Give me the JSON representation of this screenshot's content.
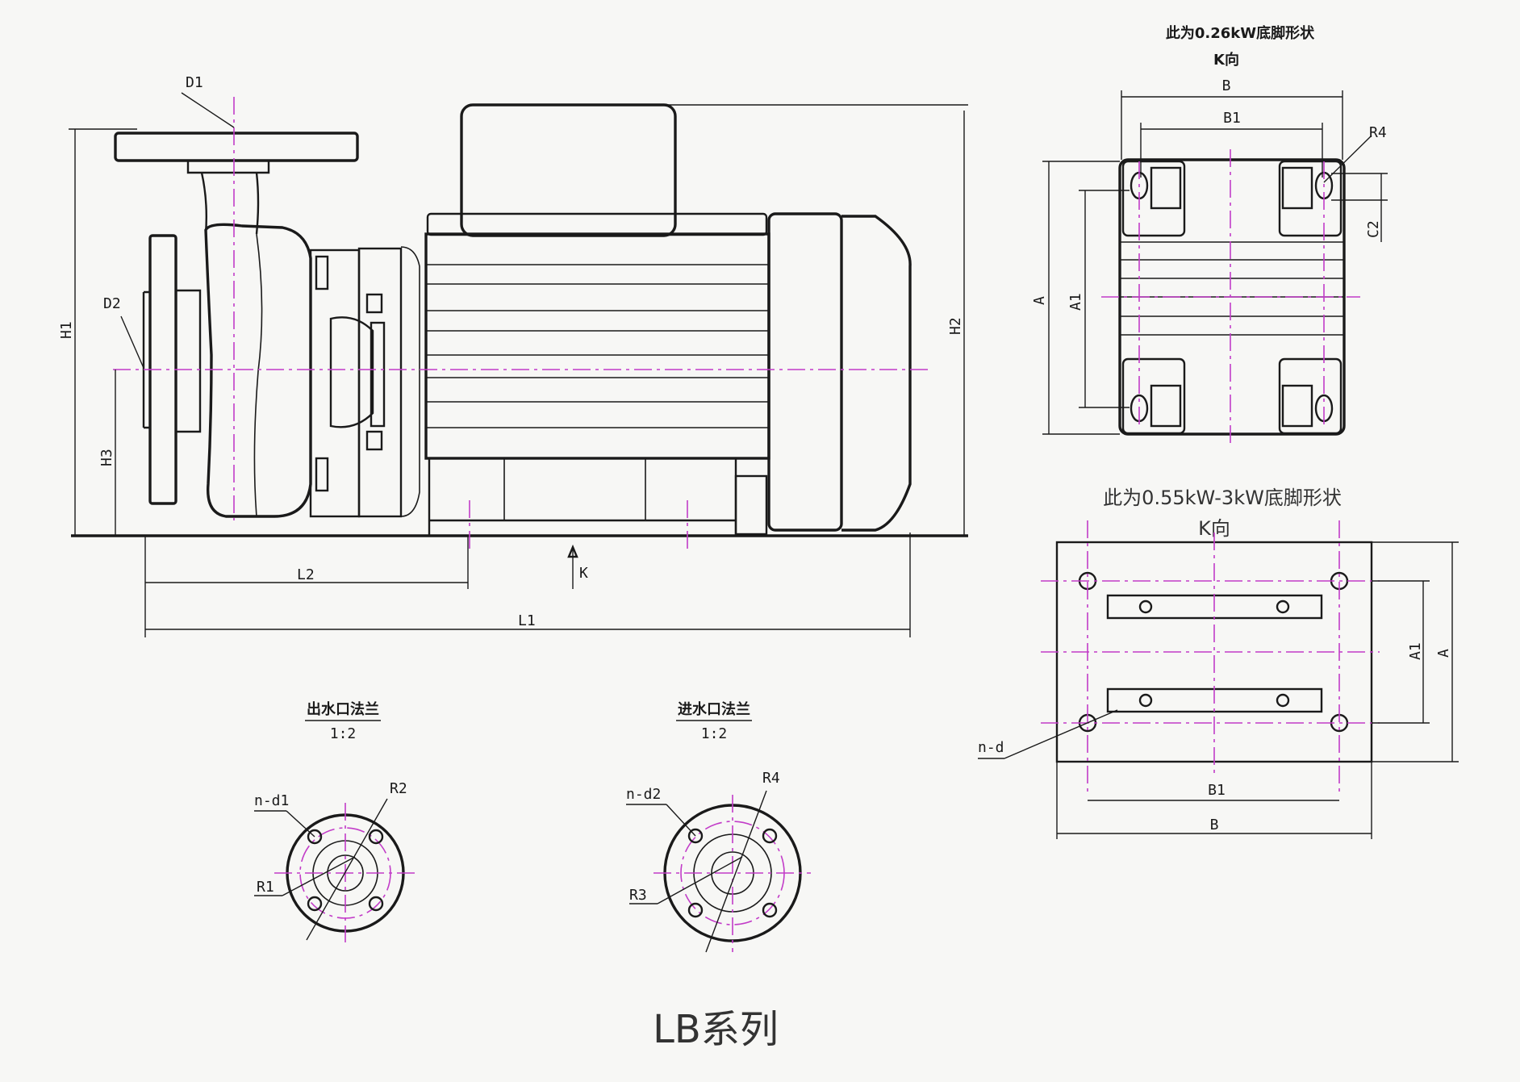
{
  "labels": {
    "D1": "D1",
    "D2": "D2",
    "H1": "H1",
    "H2": "H2",
    "H3": "H3",
    "L1": "L1",
    "L2": "L2",
    "K": "K",
    "B": "B",
    "B1": "B1",
    "R4": "R4",
    "C2": "C2",
    "A": "A",
    "A1": "A1",
    "nd": "n-d",
    "nd1": "n-d1",
    "nd2": "n-d2",
    "R1": "R1",
    "R2": "R2",
    "R3": "R3",
    "R4b": "R4"
  },
  "captions": {
    "foot_small_title": "此为0.26kW底脚形状",
    "foot_small_dir": "K向",
    "foot_large_title": "此为0.55kW-3kW底脚形状",
    "foot_large_dir": "K向",
    "outlet_flange": "出水口法兰",
    "outlet_scale": "1:2",
    "inlet_flange": "进水口法兰",
    "inlet_scale": "1:2"
  },
  "series_title": "LB系列",
  "colors": {
    "line": "#1a1a1a",
    "centerline": "#c23cc8",
    "background": "#f7f7f5"
  }
}
